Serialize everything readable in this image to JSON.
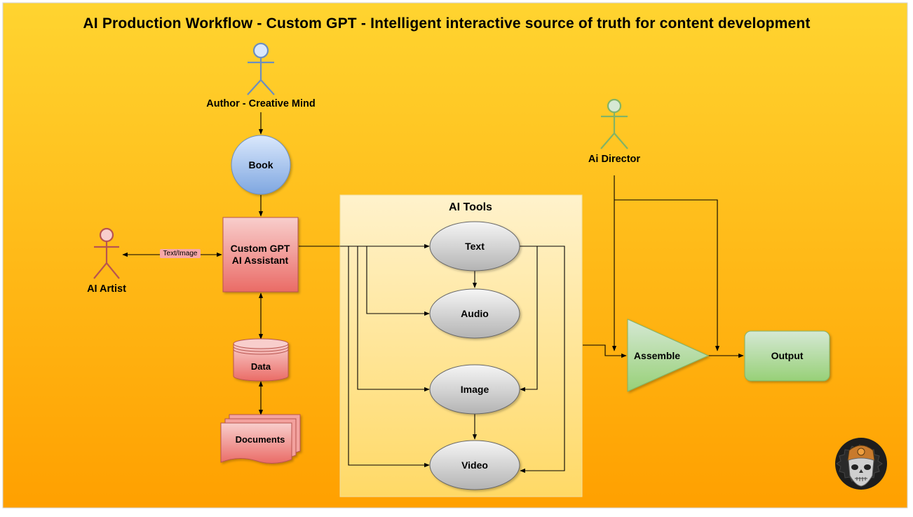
{
  "title": "AI Production Workflow - Custom GPT - Intelligent interactive source of truth for content development",
  "actors": {
    "author": "Author - Creative Mind",
    "artist": "AI Artist",
    "director": "Ai Director"
  },
  "nodes": {
    "book": "Book",
    "custom_gpt_line1": "Custom GPT",
    "custom_gpt_line2": "AI Assistant",
    "data": "Data",
    "documents": "Documents",
    "ai_tools": "AI Tools",
    "text": "Text",
    "audio": "Audio",
    "image": "Image",
    "video": "Video",
    "assemble": "Assemble",
    "output": "Output"
  },
  "edge_labels": {
    "artist_gpt": "Text/Image"
  },
  "logo": "skull-robot-logo",
  "colors": {
    "background_top": "#ffd430",
    "background_bottom": "#ffa000",
    "author_actor": "#6c8ebf",
    "artist_actor": "#b85450",
    "director_actor": "#82b366",
    "book_fill": "#7ea6e0",
    "gpt_fill": "#f19c99",
    "tools_panel": "#fff2cc",
    "tool_ellipse": "#d0d0d0",
    "assemble_fill": "#97d077",
    "output_fill": "#a9d98e"
  }
}
